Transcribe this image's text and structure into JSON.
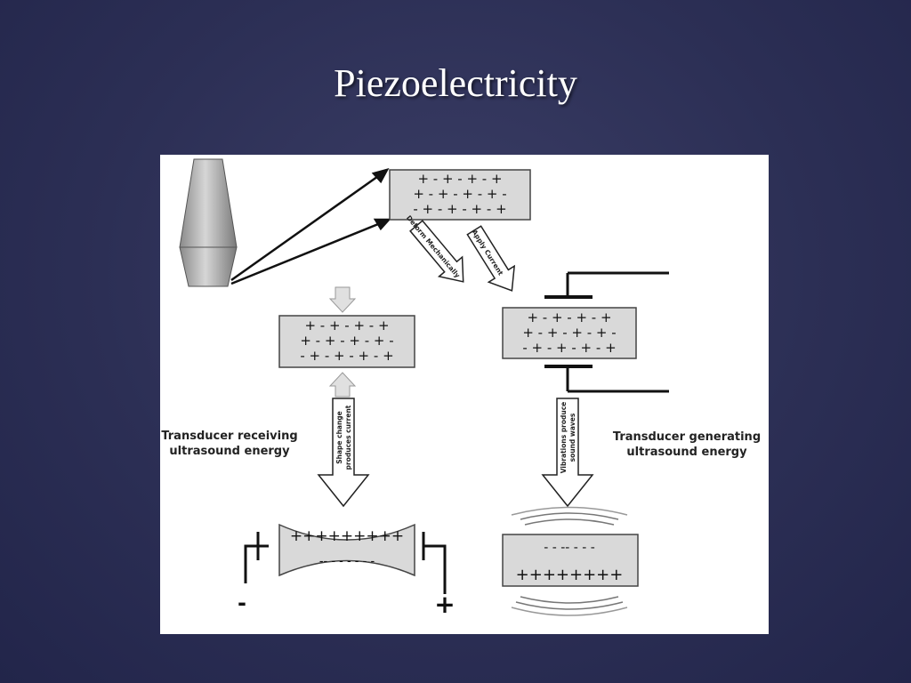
{
  "slide": {
    "title": "Piezoelectricity"
  },
  "diagram": {
    "arrows": {
      "deform": "Deform Mechanically",
      "apply": "Apply Current",
      "shape_change_line1": "Shape change",
      "shape_change_line2": "produces current",
      "vibrations_line1": "Vibrations produce",
      "vibrations_line2": "sound waves"
    },
    "labels": {
      "receiving_line1": "Transducer receiving",
      "receiving_line2": "ultrasound energy",
      "generating_line1": "Transducer generating",
      "generating_line2": "ultrasound energy"
    },
    "crystal_rows": {
      "row1": "+ - + - + - +",
      "row2": "+ - + - + - + -",
      "row3": "- + - + - + - +"
    },
    "bent_crystal": {
      "top": "+++++++++",
      "bottom": "-- - - - - - -"
    },
    "vibrating_crystal": {
      "top": "- - -- - - -",
      "bottom": "++++++++"
    },
    "terminals": {
      "negative": "-",
      "positive": "+"
    }
  }
}
